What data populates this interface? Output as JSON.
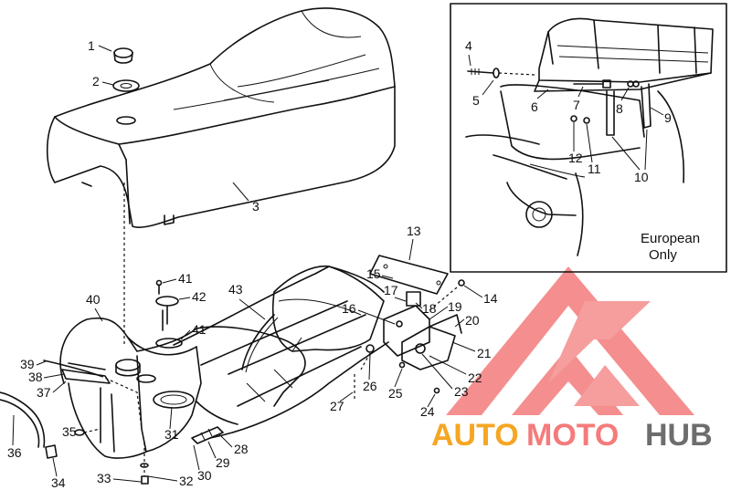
{
  "callouts": {
    "c1": "1",
    "c2": "2",
    "c3": "3",
    "c4": "4",
    "c5": "5",
    "c6": "6",
    "c7": "7",
    "c8": "8",
    "c9": "9",
    "c10": "10",
    "c11": "11",
    "c12": "12",
    "c13": "13",
    "c14": "14",
    "c15": "15",
    "c16": "16",
    "c17": "17",
    "c18": "18",
    "c19": "19",
    "c20": "20",
    "c21": "21",
    "c22": "22",
    "c23": "23",
    "c24": "24",
    "c25": "25",
    "c26": "26",
    "c27": "27",
    "c28": "28",
    "c29": "29",
    "c30": "30",
    "c31": "31",
    "c32": "32",
    "c33": "33",
    "c34": "34",
    "c35": "35",
    "c36": "36",
    "c37": "37",
    "c38": "38",
    "c39": "39",
    "c40": "40",
    "c41a": "41",
    "c41b": "41",
    "c42": "42",
    "c43": "43"
  },
  "inset": {
    "line1": "European",
    "line2": "Only"
  },
  "watermark": {
    "part1": "AUTO",
    "part2": "MOTO",
    "part3": "HUB"
  },
  "colors": {
    "line": "#111111",
    "background": "#ffffff",
    "watermark_red": "#f05a5a",
    "watermark_orange": "#f5a623",
    "watermark_gray": "#6d6d6d"
  }
}
